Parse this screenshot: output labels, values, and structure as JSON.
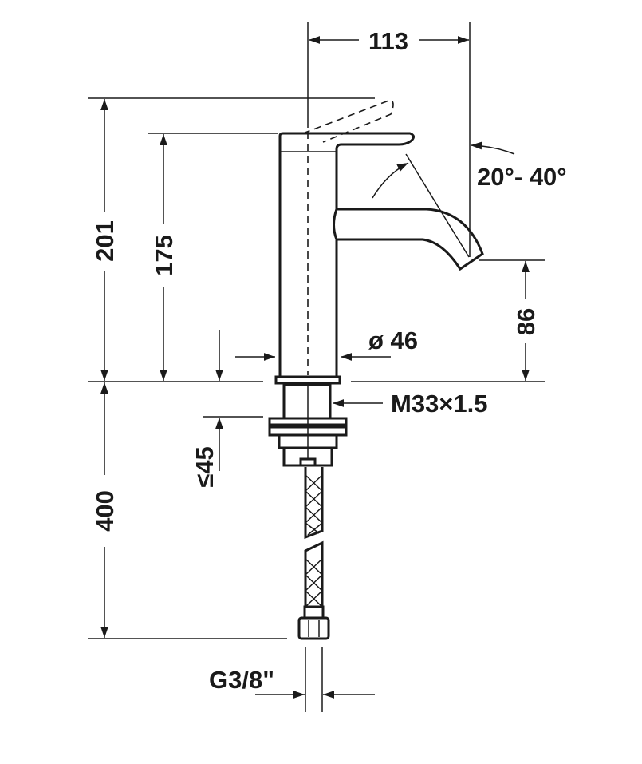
{
  "dimensions": {
    "spout_reach": "113",
    "total_height": "201",
    "body_height": "175",
    "spout_angle": "20°- 40°",
    "spout_height": "86",
    "diameter": "ø 46",
    "thread": "M33×1.5",
    "max_deck_thickness": "≤45",
    "hose_length": "400",
    "connection": "G3/8\""
  },
  "colors": {
    "line": "#1a1a1a",
    "background": "#ffffff"
  }
}
